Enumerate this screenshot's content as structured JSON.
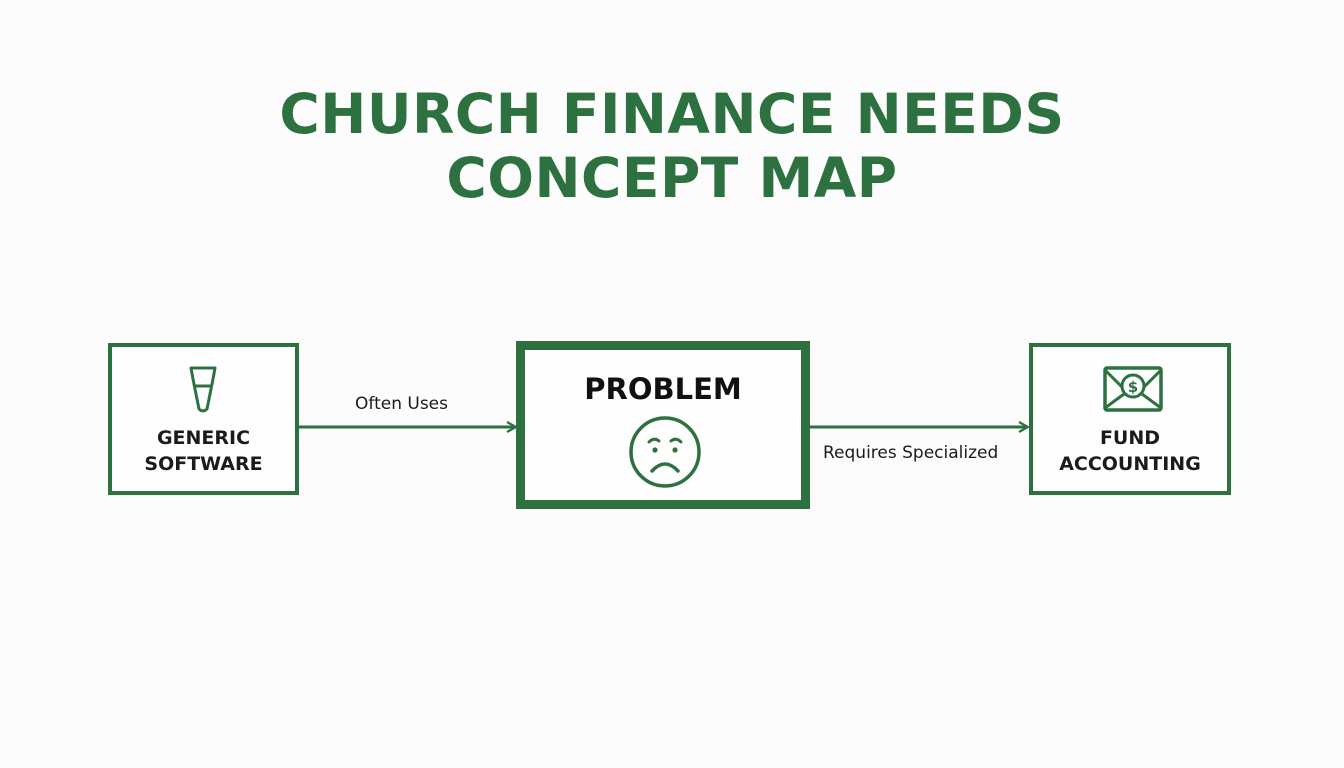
{
  "title": {
    "line1": "CHURCH FINANCE NEEDS",
    "line2": "CONCEPT MAP"
  },
  "colors": {
    "accent": "#2e7140",
    "text": "#1b1b1b",
    "background": "#fbfcfb"
  },
  "nodes": [
    {
      "id": "generic",
      "lines": [
        "GENERIC",
        "SOFTWARE"
      ],
      "icon": "funnel-icon"
    },
    {
      "id": "problem",
      "lines": [
        "PROBLEM"
      ],
      "icon": "sad-face-icon"
    },
    {
      "id": "fund",
      "lines": [
        "FUND",
        "ACCOUNTING"
      ],
      "icon": "money-envelope-icon"
    }
  ],
  "edges": [
    {
      "from": "generic",
      "to": "problem",
      "label": "Often Uses"
    },
    {
      "from": "problem",
      "to": "fund",
      "label": "Requires Specialized"
    }
  ]
}
